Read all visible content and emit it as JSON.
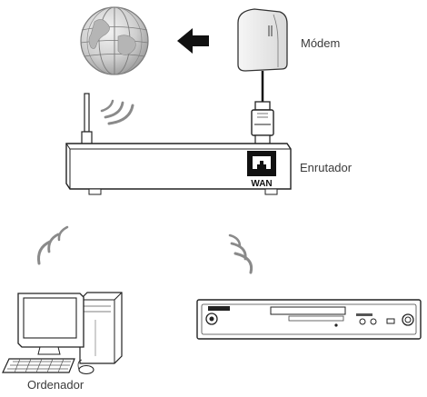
{
  "labels": {
    "modem": "Módem",
    "router": "Enrutador",
    "computer": "Ordenador"
  },
  "router_port_label": "WAN"
}
